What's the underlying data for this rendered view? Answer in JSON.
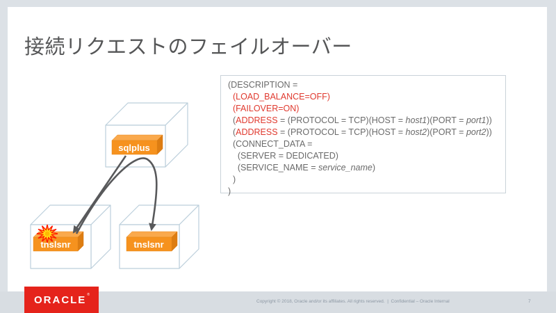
{
  "slide": {
    "title": "接続リクエストのフェイルオーバー",
    "page_number": "7"
  },
  "code": {
    "lines": [
      [
        {
          "t": "(DESCRIPTION =",
          "c": "g"
        }
      ],
      [
        {
          "t": "  ",
          "c": "g"
        },
        {
          "t": "(LOAD_BALANCE=OFF)",
          "c": "r"
        }
      ],
      [
        {
          "t": "  ",
          "c": "g"
        },
        {
          "t": "(FAILOVER=ON)",
          "c": "r"
        }
      ],
      [
        {
          "t": "  (",
          "c": "g"
        },
        {
          "t": "ADDRESS",
          "c": "r"
        },
        {
          "t": " = (PROTOCOL = TCP)(HOST = ",
          "c": "g"
        },
        {
          "t": "host1",
          "c": "gi"
        },
        {
          "t": ")(PORT = ",
          "c": "g"
        },
        {
          "t": "port1",
          "c": "gi"
        },
        {
          "t": "))",
          "c": "g"
        }
      ],
      [
        {
          "t": "  (",
          "c": "g"
        },
        {
          "t": "ADDRESS",
          "c": "r"
        },
        {
          "t": " = (PROTOCOL = TCP)(HOST = ",
          "c": "g"
        },
        {
          "t": "host2",
          "c": "gi"
        },
        {
          "t": ")(PORT = ",
          "c": "g"
        },
        {
          "t": "port2",
          "c": "gi"
        },
        {
          "t": "))",
          "c": "g"
        }
      ],
      [
        {
          "t": "  (CONNECT_DATA =",
          "c": "g"
        }
      ],
      [
        {
          "t": "    (SERVER = DEDICATED)",
          "c": "g"
        }
      ],
      [
        {
          "t": "    (SERVICE_NAME = ",
          "c": "g"
        },
        {
          "t": "service_name",
          "c": "gi"
        },
        {
          "t": ")",
          "c": "g"
        }
      ],
      [
        {
          "t": "  )",
          "c": "g"
        }
      ],
      [
        {
          "t": ")",
          "c": "g"
        }
      ]
    ]
  },
  "diagram": {
    "client_label": "sqlplus",
    "listener1_label": "tnslsnr",
    "listener2_label": "tnslsnr"
  },
  "footer": {
    "logo_text": "ORACLE",
    "logo_mark": "®",
    "copyright": "Copyright © 2018, Oracle and/or its affiliates. All rights reserved.  |  Confidential – Oracle Internal"
  },
  "colors": {
    "accent_orange": "#f6921e",
    "code_red": "#e0392e",
    "code_gray": "#6a6a6a",
    "arrow_gray": "#58595b",
    "cube_stroke": "#bccfdb",
    "oracle_red": "#e5231b",
    "burst_yellow": "#ffe014",
    "burst_red": "#ff1a00"
  }
}
